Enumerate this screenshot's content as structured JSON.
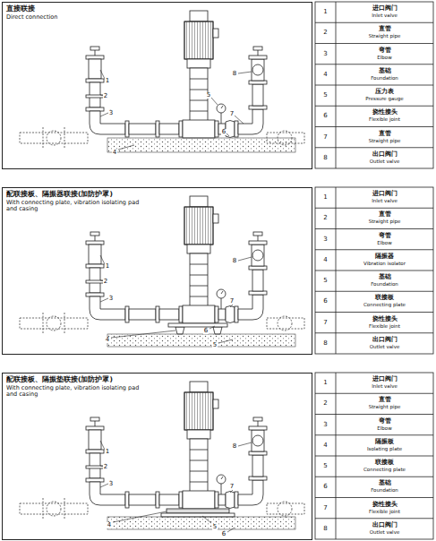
{
  "diagram": {
    "nodes": [
      {
        "text": [
          "直接联接",
          "Direct connection"
        ]
      },
      {
        "text": [
          "配联接板、隔振器联接(加防护罩)",
          "With connecting plate, vibration isolating pad and casing"
        ]
      },
      {
        "text": [
          "配联接板、隔振垫联接(加防护罩)",
          "With connecting plate, vibration isolating pad and casing"
        ]
      }
    ],
    "labels": [
      "1",
      "2",
      "3",
      "4",
      "5",
      "6",
      "7",
      "8",
      "1",
      "进口阀门",
      "Inlet valve",
      "2",
      "直管",
      "Straight pipe",
      "3",
      "弯管",
      "Elbow",
      "4",
      "基础",
      "Foundation",
      "5",
      "压力表",
      "Pressure gauge",
      "6",
      "挠性接头",
      "Flexible joint",
      "7",
      "直管",
      "Straight pipe",
      "8",
      "出口阀门",
      "Outlet valve",
      "1",
      "2",
      "3",
      "4",
      "5",
      "6",
      "7",
      "8",
      "1",
      "进口阀门",
      "Inlet valve",
      "2",
      "直管",
      "Straight pipe",
      "3",
      "弯管",
      "Elbow",
      "4",
      "隔振器",
      "Vibration isolator",
      "5",
      "基础",
      "Foundation",
      "6",
      "联接板",
      "Connecting plate",
      "7",
      "挠性接头",
      "Flexible joint",
      "8",
      "出口阀门",
      "Outlet valve",
      "1",
      "2",
      "3",
      "4",
      "5",
      "6",
      "7",
      "8",
      "1",
      "进口阀门",
      "Inlet valve",
      "2",
      "直管",
      "Straight pipe",
      "3",
      "弯管",
      "Elbow",
      "4",
      "隔振板",
      "Isolating plate",
      "5",
      "联接板",
      "Connecting plate",
      "6",
      "基础",
      "Foundation",
      "7",
      "挠性接头",
      "Flexible joint",
      "8",
      "出口阀门",
      "Outlet valve"
    ]
  }
}
